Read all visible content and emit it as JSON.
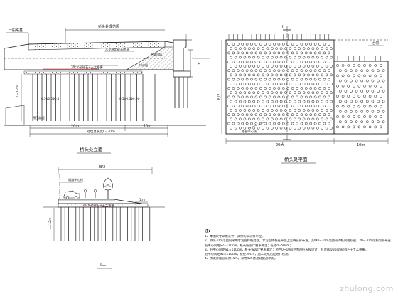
{
  "elevation": {
    "title": "桥头处立面",
    "top_left_label": "一般路基",
    "top_right_label": "桥头处理范围",
    "surface_note": "水泥稳定碎石底基",
    "pile_label": "30cm砂碎石+土工格栅",
    "seal_label": "排水层",
    "cushion_label": "台背回填",
    "pile_row_label_left": "0.5Φ0.5Φ0.5",
    "pile_row_label_right": "0.5Φ0.5Φ0.5Φ",
    "pile_length_label": "L=12m",
    "left_end_label": "预压路堤",
    "dim_20m": "20m",
    "dim_10m": "10m",
    "dim_total": "处理总长度L=30m",
    "height_label": "H"
  },
  "plan": {
    "title": "桥头处平面",
    "section_mark": "I",
    "abutment_label": "台帽",
    "centerline_label": "路基中心线",
    "dim_20m": "20m",
    "dim_10m": "10m",
    "width_label": "B/2"
  },
  "section": {
    "title": "I—I",
    "width_label": "B/2",
    "centerline_label": "道路中心线",
    "pile_label": "30cm砂碎石+土工格栅",
    "slope_label": "1:m",
    "pile_length_label": "L=12m"
  },
  "notes": {
    "title": "注:",
    "lines": [
      "1、本图尺寸以厘米计，其余均以米为单位。",
      "2、桥头30m范围内采用水泥搅拌桩处理，水泥搅拌桩在平面上呈梅花形布置，其中0~20m范围内的桩间距较密，20~30m段按渐变布置。",
      "   桩中心间距S2=110cm，桩长按设计要求确定；桩径d=50cm；",
      "3、桩中心间距S1=110cm，桩长按设计要求确定；桥台0~10m范围内桩长按设计，桩顶铺设30cm砂碎石+土工格栅。",
      "   桩中心间距S2=110cm，桩径50cm，施工完成后应进行检测。",
      "4、水泥掺量宜采用15%，采用425普通硅酸盐水泥。"
    ]
  },
  "watermark": "zhulong.com",
  "colors": {
    "ink": "#1a1a1a",
    "accent": "#cc0000",
    "dim": "#333333"
  }
}
